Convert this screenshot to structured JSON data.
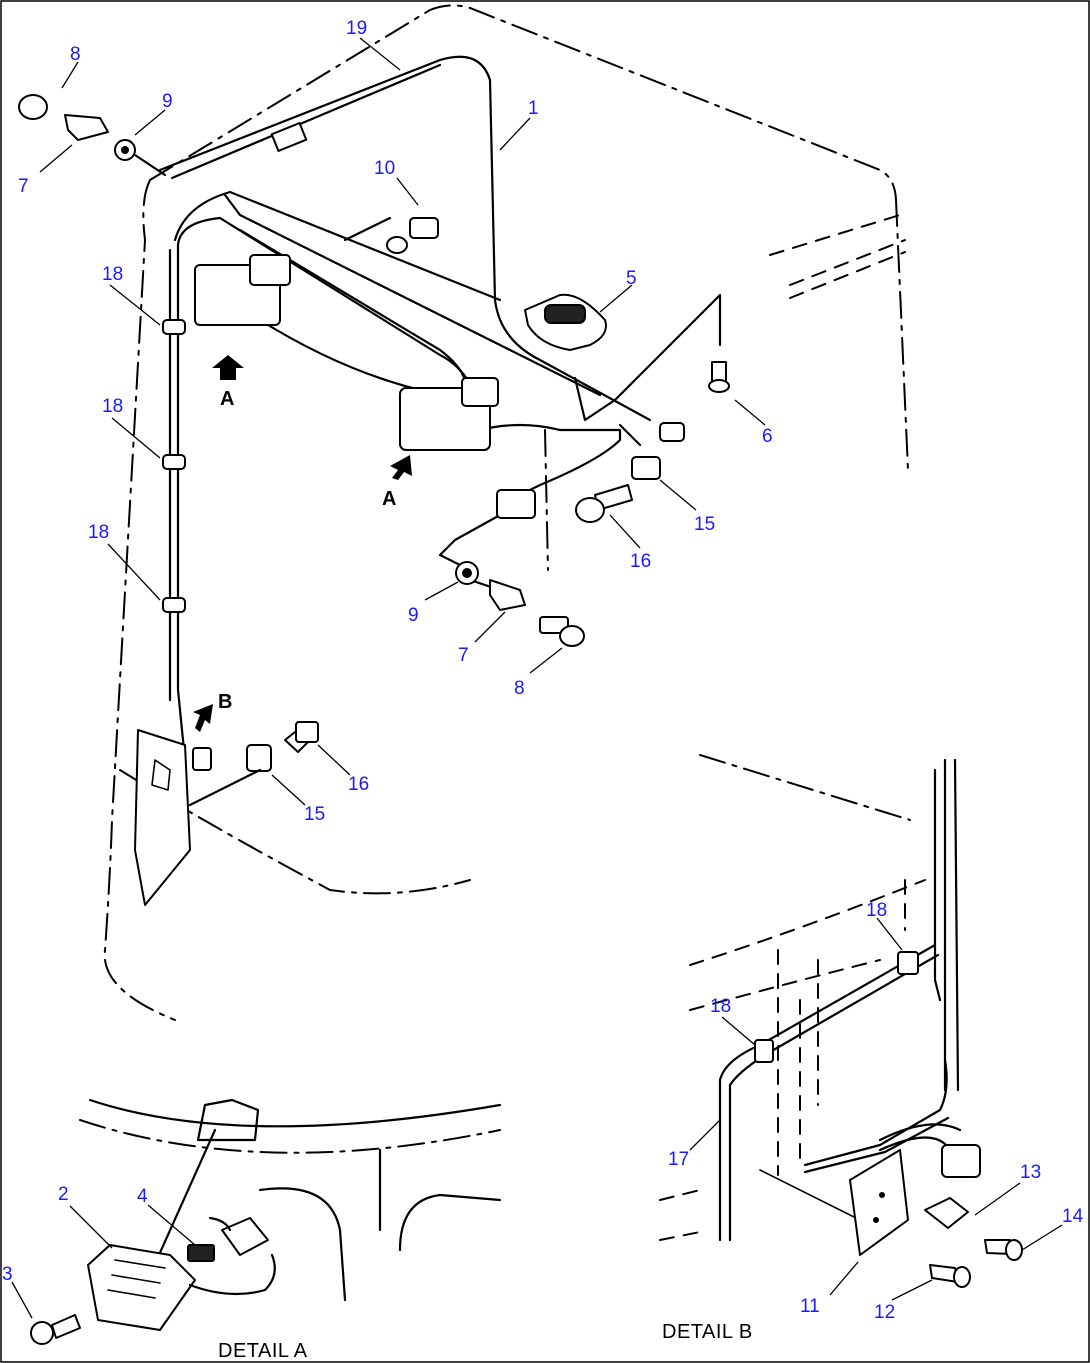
{
  "diagram": {
    "callouts": {
      "c1": "1",
      "c2": "2",
      "c3": "3",
      "c4": "4",
      "c5": "5",
      "c6": "6",
      "c7a": "7",
      "c7b": "7",
      "c8a": "8",
      "c8b": "8",
      "c9a": "9",
      "c9b": "9",
      "c10": "10",
      "c11": "11",
      "c12": "12",
      "c13": "13",
      "c14": "14",
      "c15a": "15",
      "c15b": "15",
      "c16a": "16",
      "c16b": "16",
      "c17": "17",
      "c18a": "18",
      "c18b": "18",
      "c18c": "18",
      "c18d": "18",
      "c18e": "18",
      "c19": "19"
    },
    "view_letters": {
      "a1": "A",
      "a2": "A",
      "b1": "B"
    },
    "detail_labels": {
      "detail_a": "DETAIL A",
      "detail_b": "DETAIL B"
    },
    "colors": {
      "callout_text": "#1a1aff",
      "line": "#000000",
      "background": "#ffffff"
    }
  }
}
